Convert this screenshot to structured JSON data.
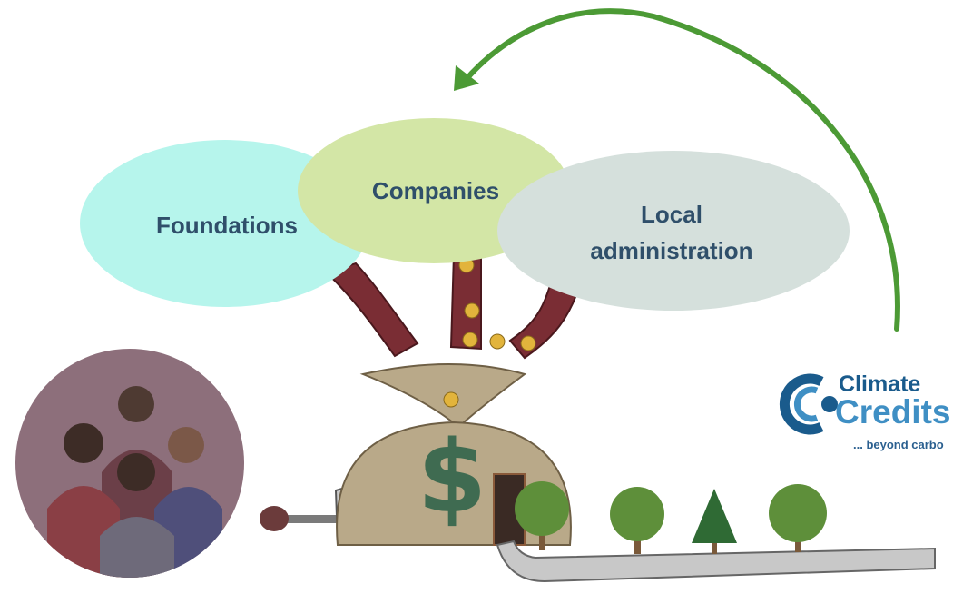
{
  "nodes": {
    "foundations": "Foundations",
    "companies": "Companies",
    "local_line1": "Local",
    "local_line2": "administration"
  },
  "logo": {
    "line1": "Climate",
    "line2": "Credits",
    "tagline": "... beyond carbo"
  },
  "icons": [
    "funding-tube-icon",
    "coin-icon",
    "money-bag-icon",
    "dollar-sign-icon",
    "crank-lever-icon",
    "tree-icon",
    "conveyor-belt-icon",
    "people-group-icon",
    "climate-credits-logo-icon",
    "cycle-arrow-icon"
  ],
  "colors": {
    "foundations": "#b6f5ec",
    "companies": "#d3e6a6",
    "local_administration": "#d5e0dc",
    "arrow": "#4c9a35",
    "label_text": "#2f4f6a",
    "money_bag": "#b9a989",
    "dollar": "#3f6b51",
    "tube": "#7a2d34",
    "logo_dark": "#1a5b8c",
    "logo_light": "#3f8fc4"
  }
}
